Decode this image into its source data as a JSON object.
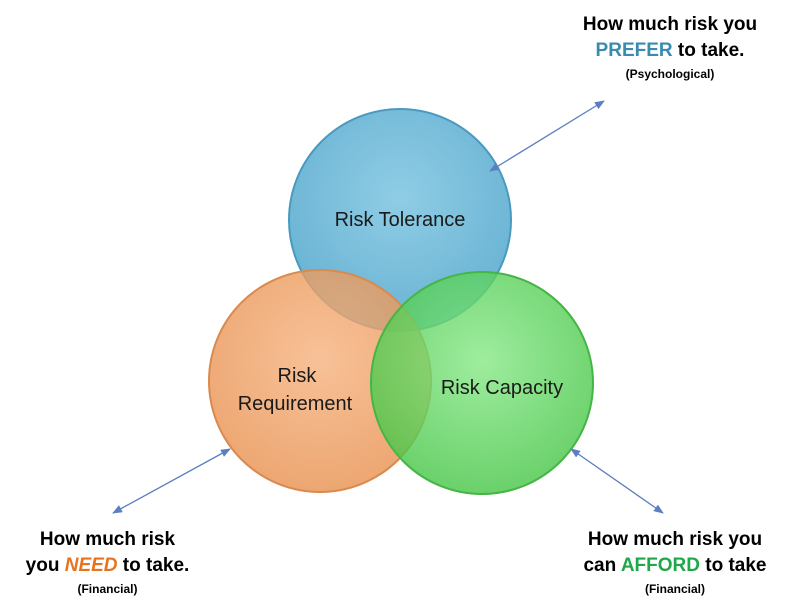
{
  "colors": {
    "tolerance": "#6cb8d8",
    "requirement": "#f2a66a",
    "capacity": "#6ad86a",
    "arrow": "#5b7fc0",
    "prefer_text": "#3a8bb0",
    "need_text": "#e8731c",
    "afford_text": "#1fa84a"
  },
  "circles": {
    "tolerance": {
      "label": "Risk Tolerance"
    },
    "requirement": {
      "label_line1": "Risk",
      "label_line2": "Requirement"
    },
    "capacity": {
      "label": "Risk Capacity"
    }
  },
  "callouts": {
    "tolerance": {
      "line1": "How much risk you",
      "keyword": "PREFER",
      "line2_rest": " to take.",
      "sub": "(Psychological)"
    },
    "requirement": {
      "line1": "How much risk",
      "prefix": "you ",
      "keyword": "NEED",
      "line2_rest": " to take.",
      "sub": "(Financial)"
    },
    "capacity": {
      "line1": "How much risk you",
      "prefix": "can ",
      "keyword": "AFFORD",
      "line2_rest": " to take",
      "sub": "(Financial)"
    }
  }
}
